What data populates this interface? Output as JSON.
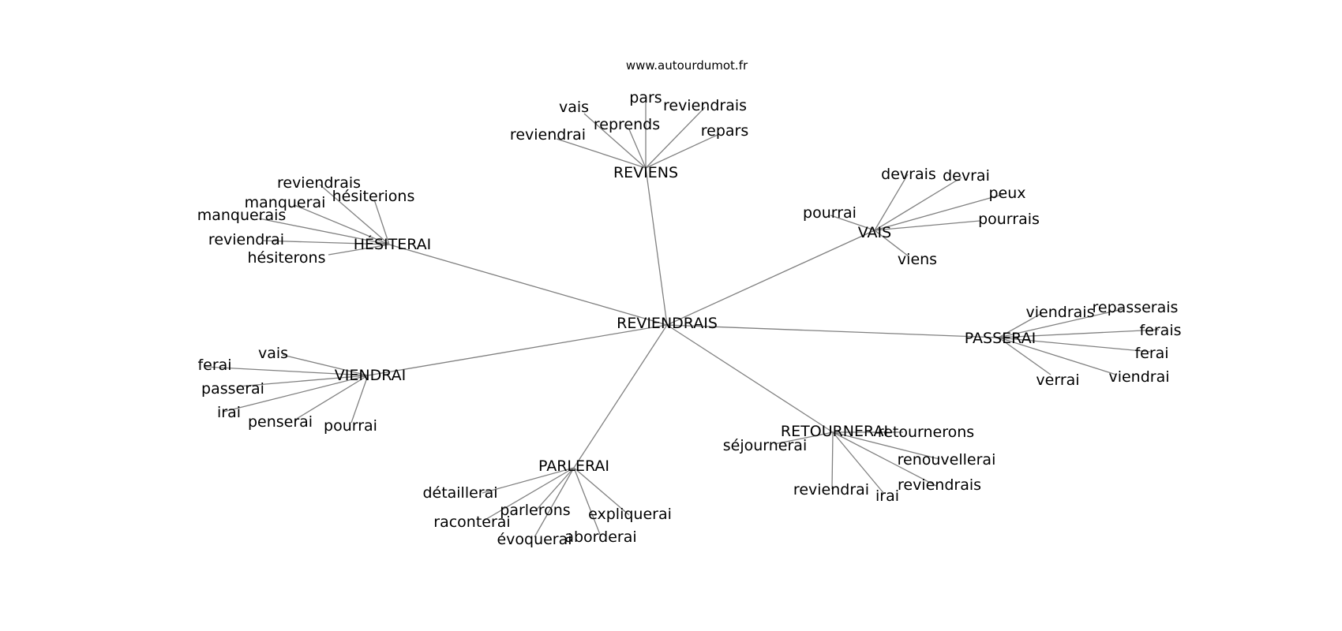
{
  "source_text": "www.autourdumot.fr",
  "colors": {
    "edge": "#808080",
    "text": "#000000",
    "background": "#ffffff"
  },
  "center": {
    "id": "c",
    "label": "REVIENDRAIS"
  },
  "clusters": [
    {
      "id": "reviens",
      "label": "REVIENS",
      "leaves": [
        "vais",
        "pars",
        "reviendrais",
        "reprends",
        "reviendrai",
        "repars"
      ]
    },
    {
      "id": "vais",
      "label": "VAIS",
      "leaves": [
        "devrais",
        "devrai",
        "peux",
        "pourrai",
        "pourrais",
        "viens"
      ]
    },
    {
      "id": "hesiterai",
      "label": "HÉSITERAI",
      "leaves": [
        "reviendrais",
        "hésiterions",
        "manquerai",
        "manquerais",
        "reviendrai",
        "hésiterons"
      ]
    },
    {
      "id": "passerai",
      "label": "PASSERAI",
      "leaves": [
        "viendrais",
        "repasserais",
        "ferais",
        "ferai",
        "verrai",
        "viendrai"
      ]
    },
    {
      "id": "viendrai",
      "label": "VIENDRAI",
      "leaves": [
        "vais",
        "ferai",
        "passerai",
        "irai",
        "penserai",
        "pourrai"
      ]
    },
    {
      "id": "retournerai",
      "label": "RETOURNERAI",
      "leaves": [
        "retournerons",
        "séjournerai",
        "renouvellerai",
        "reviendrai",
        "irai",
        "reviendrais"
      ]
    },
    {
      "id": "parlerai",
      "label": "PARLERAI",
      "leaves": [
        "détaillerai",
        "parlerons",
        "expliquerai",
        "raconterai",
        "évoquerai",
        "aborderai"
      ]
    }
  ]
}
